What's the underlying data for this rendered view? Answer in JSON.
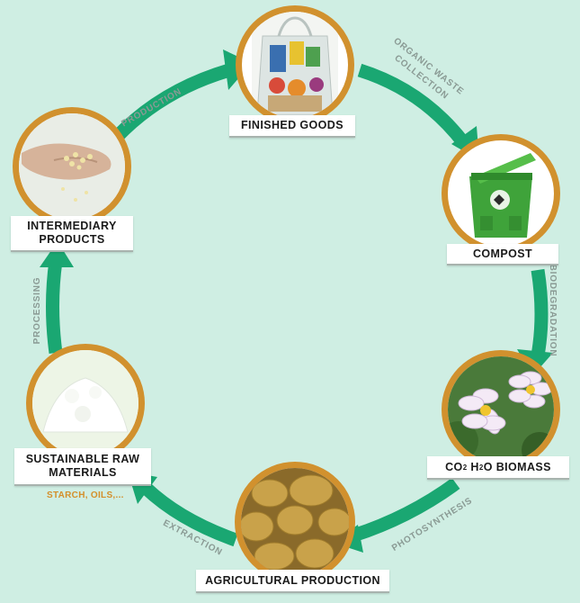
{
  "colors": {
    "background": "#cfeee3",
    "arrow": "#1aa772",
    "ring": "#d1912e",
    "label_text": "#1a1a1a",
    "note_text": "#d48f2a",
    "arrow_label_text": "#8a9a94"
  },
  "stages": [
    {
      "id": "finished-goods",
      "label": "FINISHED GOODS",
      "icon": "shopping-bag-icon"
    },
    {
      "id": "compost",
      "label": "COMPOST",
      "icon": "compost-bin-icon"
    },
    {
      "id": "biomass",
      "label_parts": [
        "CO",
        "2",
        " H",
        "2",
        "O BIOMASS"
      ],
      "icon": "potato-flower-icon"
    },
    {
      "id": "agricultural-production",
      "label": "AGRICULTURAL PRODUCTION",
      "icon": "potatoes-icon"
    },
    {
      "id": "sustainable-raw-materials",
      "label_lines": [
        "SUSTAINABLE RAW",
        "MATERIALS"
      ],
      "note": "STARCH, OILS,...",
      "icon": "starch-powder-icon"
    },
    {
      "id": "intermediary-products",
      "label_lines": [
        "INTERMEDIARY",
        "PRODUCTS"
      ],
      "icon": "granules-in-hand-icon"
    }
  ],
  "processes": {
    "production": "PRODUCTION",
    "organic_waste_collection": [
      "ORGANIC WASTE",
      "COLLECTION"
    ],
    "biodegradation": "BIODEGRADATION",
    "photosynthesis": "PHOTOSYNTHESIS",
    "extraction": "EXTRACTION",
    "processing": "PROCESSING"
  }
}
